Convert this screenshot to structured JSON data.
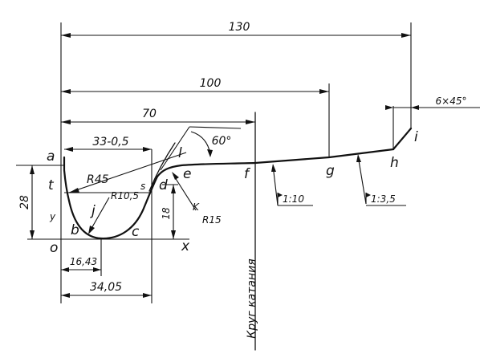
{
  "dimensions": {
    "overall_length": "130",
    "length_to_g": "100",
    "length_to_f": "70",
    "flange_width": "33-0,5",
    "flange_height": "28",
    "point_d_height": "18",
    "bottom_offset": "16,43",
    "base_width": "34,05",
    "chamfer": "6×45°",
    "angle": "60°"
  },
  "radii": {
    "large": "R45",
    "bottom": "R10,5",
    "inner": "R15"
  },
  "tapers": {
    "near": "1:10",
    "outer": "1:3,5"
  },
  "points": {
    "a": "a",
    "t": "t",
    "y": "y",
    "o": "o",
    "b": "b",
    "c": "c",
    "s": "s",
    "d": "d",
    "e": "e",
    "l": "l",
    "k": "K",
    "j": "j",
    "f": "f",
    "g": "g",
    "h": "h",
    "i": "i",
    "x": "x"
  },
  "rolling_circle_label": "Круг катания"
}
